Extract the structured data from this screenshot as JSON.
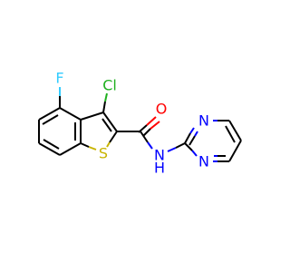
{
  "molecule": {
    "colors": {
      "carbon": "#000000",
      "fluorine": "#33ccff",
      "chlorine": "#1fb01f",
      "oxygen": "#ff0000",
      "nitrogen": "#0000ff",
      "sulfur": "#c8b400",
      "background": "#ffffff"
    },
    "labels": {
      "F": "F",
      "Cl": "Cl",
      "O": "O",
      "S": "S",
      "NH": "N",
      "NH_H": "H",
      "N_top": "N",
      "N_bottom": "N"
    }
  }
}
